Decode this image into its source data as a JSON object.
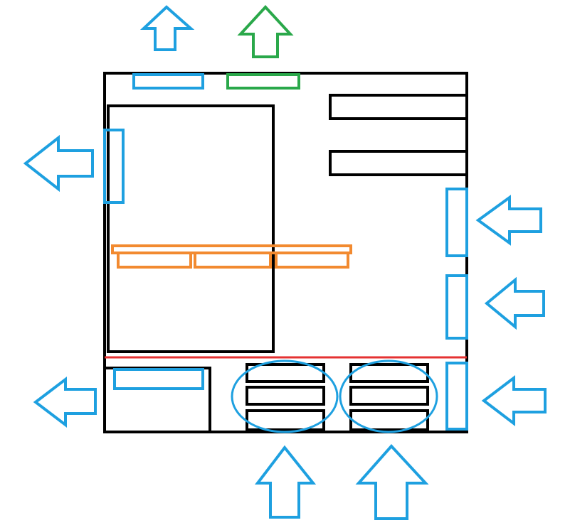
{
  "diagram": {
    "description_text": "",
    "colors": {
      "background": "#ffffff",
      "case_outline": "#000000",
      "fan_blue": "#1ea0e0",
      "fan_green": "#2aa84a",
      "ram_orange": "#f28a30",
      "shroud_red": "#e53232"
    },
    "airflow": {
      "top_exhaust": [
        {
          "id": "top-left",
          "color": "fan_blue"
        },
        {
          "id": "top-right",
          "color": "fan_green"
        }
      ],
      "rear_exhaust": [
        {
          "id": "rear-upper"
        },
        {
          "id": "rear-lower"
        }
      ],
      "front_intake": [
        {
          "id": "front-top"
        },
        {
          "id": "front-middle"
        },
        {
          "id": "front-bottom"
        }
      ],
      "bottom_intake": [
        {
          "id": "bottom-left"
        },
        {
          "id": "bottom-right"
        }
      ]
    },
    "components": {
      "motherboard": {
        "present": true
      },
      "drive_bays_upper": 2,
      "drive_bays_lower_left_group": 3,
      "drive_bays_lower_right_group": 3,
      "psu": {
        "present": true
      },
      "ram_sticks": 3,
      "shroud_divider": true
    }
  }
}
